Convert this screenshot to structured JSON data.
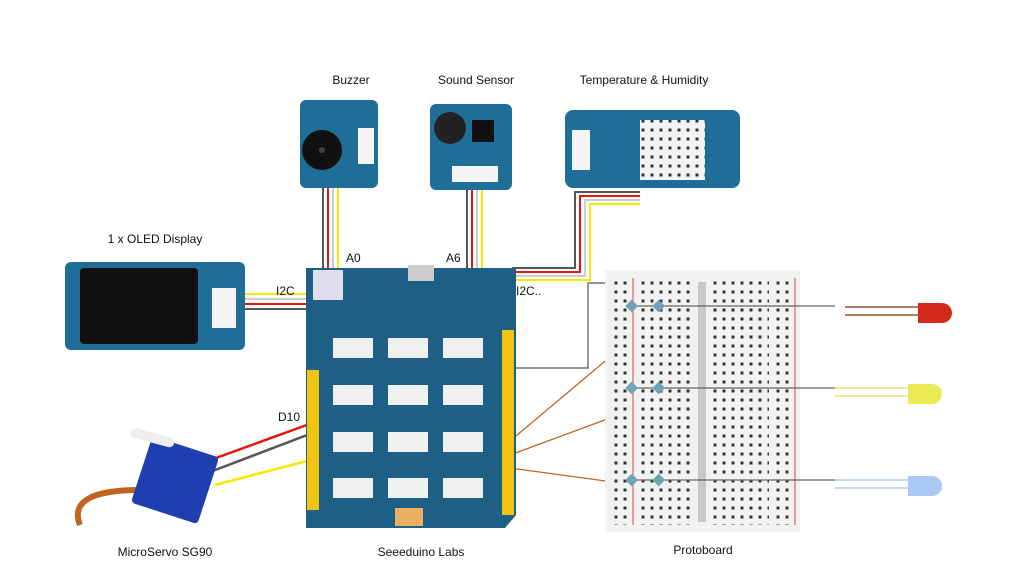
{
  "components": {
    "buzzer": {
      "label": "Buzzer"
    },
    "sound_sensor": {
      "label": "Sound Sensor"
    },
    "temp_humidity": {
      "label": "Temperature & Humidity"
    },
    "oled": {
      "label": "1 x OLED Display"
    },
    "servo": {
      "label": "MicroServo SG90"
    },
    "board": {
      "label": "Seeeduino Labs"
    },
    "protoboard": {
      "label": "Protoboard"
    }
  },
  "pins": {
    "a0": "A0",
    "a6": "A6",
    "i2c_left": "I2C",
    "i2c_right": "I2C..",
    "d10": "D10"
  },
  "leds": [
    {
      "color": "red",
      "hex": "#d42a1a"
    },
    {
      "color": "yellow",
      "hex": "#eaea55"
    },
    {
      "color": "blue",
      "hex": "#a9c8f5"
    }
  ],
  "colors": {
    "grove_board": "#1f6e97",
    "seeeduino": "#1e5f86",
    "wire_red": "#e8140f",
    "wire_yellow": "#f5ea00",
    "wire_gray": "#555555",
    "wire_orange": "#c0651f"
  }
}
